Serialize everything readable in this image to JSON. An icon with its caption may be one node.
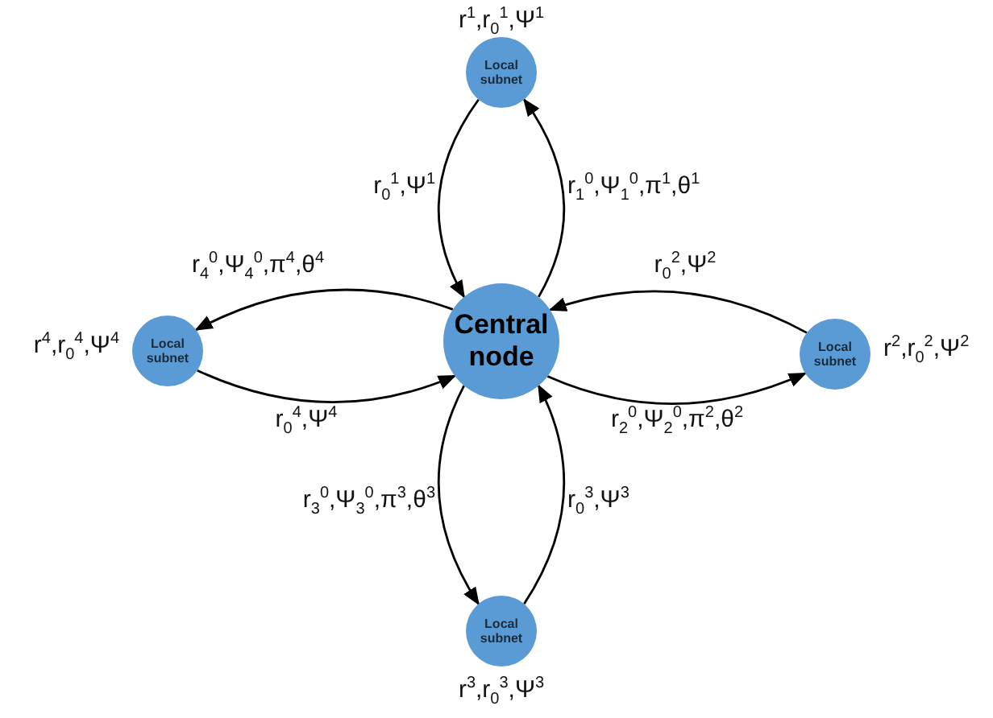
{
  "diagram": {
    "nodes": [
      {
        "text": [
          "Local subnet"
        ],
        "beside": [
          "r$^{1}$,r$_{0}$$^{1}$,Ψ$^{1}$"
        ]
      },
      {
        "text": [
          "Local subnet"
        ],
        "beside": [
          "r$^{4}$,r$_{0}$$^{4}$,Ψ$^{4}$"
        ]
      },
      {
        "text": [
          "Central node"
        ]
      },
      {
        "text": [
          "Local subnet"
        ],
        "beside": [
          "r$^{2}$,r$_{0}$$^{2}$,Ψ$^{2}$"
        ]
      },
      {
        "text": [
          "Local subnet"
        ],
        "beside": [
          "r$^{3}$,r$_{0}$$^{3}$,Ψ$^{3}$"
        ]
      }
    ],
    "edges": [
      {
        "from": 0,
        "to": 2,
        "arrow": "to",
        "label": "r$_{0}$$^{1}$,Ψ$^{1}$"
      },
      {
        "from": 2,
        "to": 0,
        "arrow": "to",
        "label": "r$_{1}$$^{0}$,Ψ$_{1}$$^{0}$,π$^{1}$,θ$^{1}$"
      },
      {
        "from": 2,
        "to": 1,
        "arrow": "to",
        "label": "r$_{4}$$^{0}$,Ψ$_{4}$$^{0}$,π$^{4}$,θ$^{4}$"
      },
      {
        "from": 1,
        "to": 2,
        "arrow": "to",
        "label": "r$_{0}$$^{4}$,Ψ$^{4}$"
      },
      {
        "from": 3,
        "to": 2,
        "arrow": "to",
        "label": "r$_{0}$$^{2}$,Ψ$^{2}$"
      },
      {
        "from": 2,
        "to": 3,
        "arrow": "to",
        "label": "r$_{2}$$^{0}$,Ψ$_{2}$$^{0}$,π$^{2}$,θ$^{2}$"
      },
      {
        "from": 2,
        "to": 4,
        "arrow": "to",
        "label": "r$_{3}$$^{0}$,Ψ$_{3}$$^{0}$,π$^{3}$,θ$^{3}$"
      },
      {
        "from": 4,
        "to": 2,
        "arrow": "to",
        "label": "r$_{0}$$^{3}$,Ψ$^{3}$"
      }
    ]
  }
}
